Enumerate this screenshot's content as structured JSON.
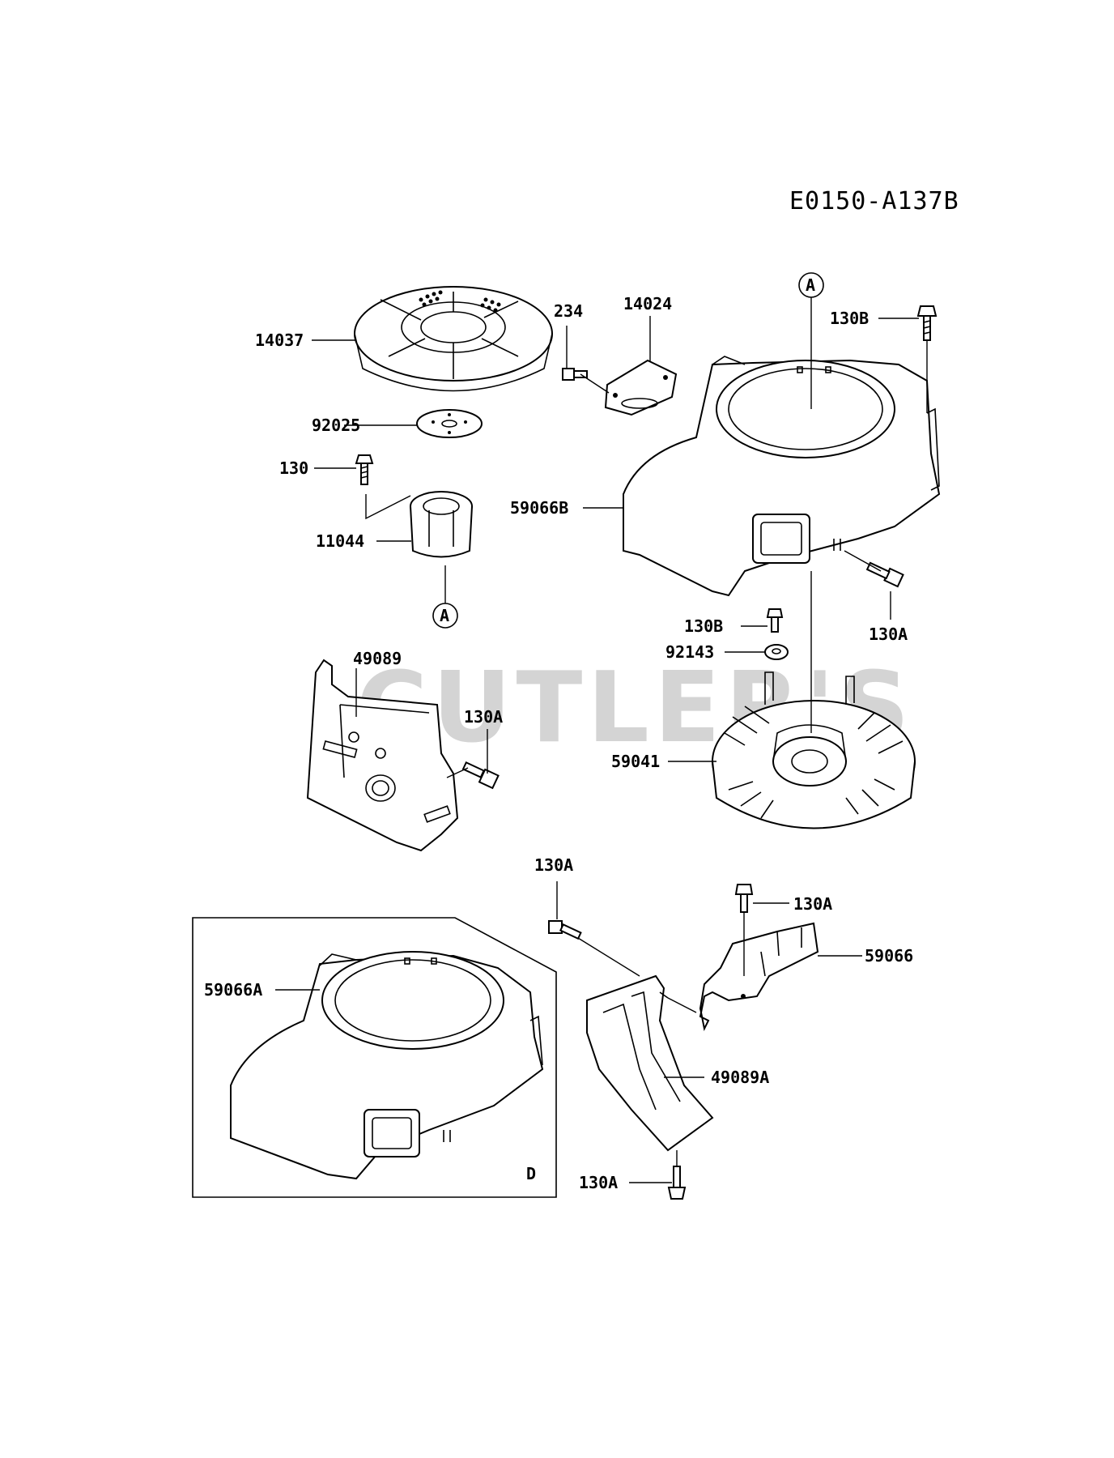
{
  "diagram_code": "E0150-A137B",
  "watermark": "CUTLER'S",
  "ref_markers": [
    "A",
    "A"
  ],
  "detail_box_label": "D",
  "part_labels": {
    "p14037": "14037",
    "p234": "234",
    "p14024": "14024",
    "p130B_top": "130B",
    "p92025": "92025",
    "p130": "130",
    "p11044": "11044",
    "p59066B": "59066B",
    "p130A_right": "130A",
    "p130B_mid": "130B",
    "p92143": "92143",
    "p49089": "49089",
    "p130A_left": "130A",
    "p59041": "59041",
    "p130A_center": "130A",
    "p130A_bracket": "130A",
    "p59066": "59066",
    "p59066A": "59066A",
    "p49089A": "49089A",
    "p130A_bottom": "130A"
  }
}
